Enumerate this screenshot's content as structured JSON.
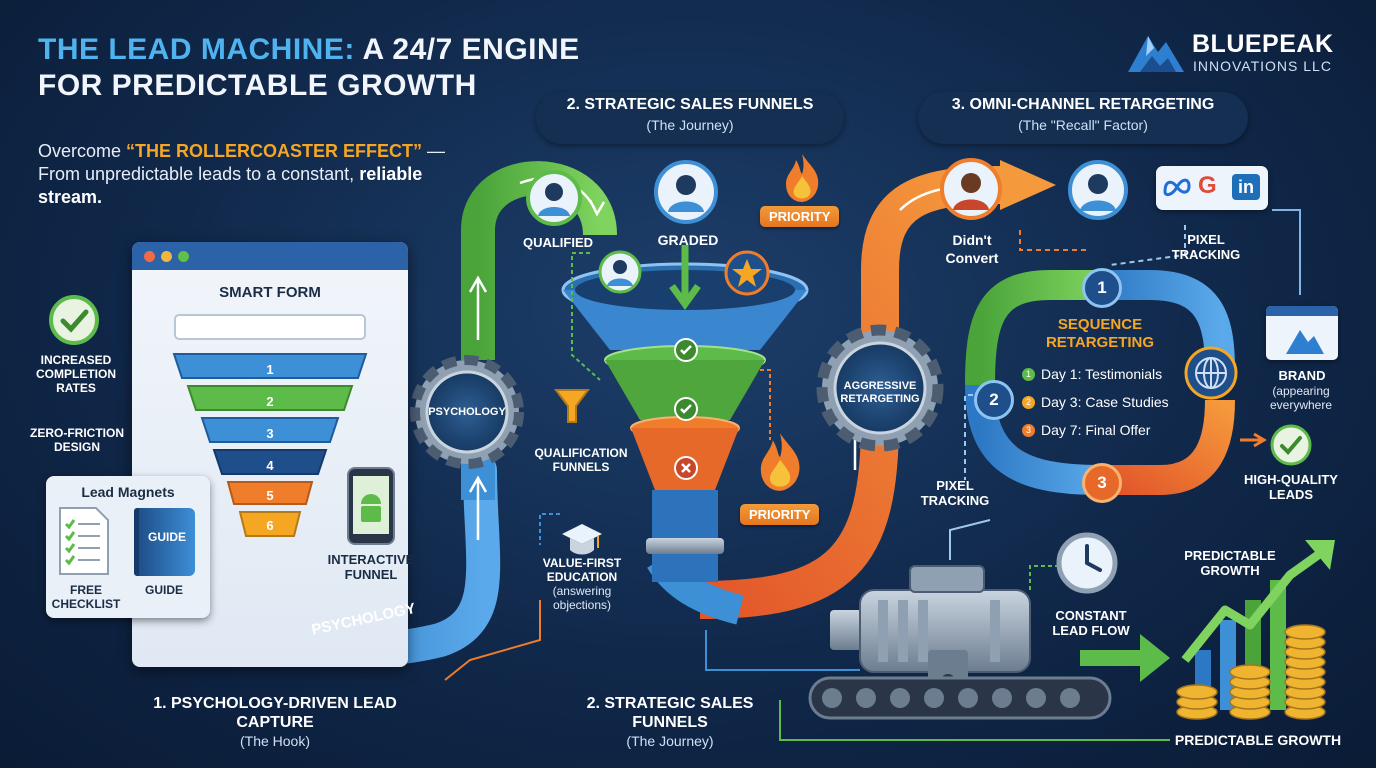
{
  "header": {
    "title_highlight": "THE LEAD MACHINE:",
    "title_rest": " A 24/7 ENGINE",
    "title_line2": "FOR PREDICTABLE GROWTH"
  },
  "intro": {
    "prefix": "Overcome ",
    "highlight": "“THE ROLLERCOASTER EFFECT”",
    "suffix": " — From unpredictable leads to a constant, ",
    "bold": "reliable stream."
  },
  "brand": {
    "name": "BLUEPEAK",
    "sub": "INNOVATIONS LLC"
  },
  "stage2_header": {
    "title": "2. STRATEGIC SALES FUNNELS",
    "sub": "(The Journey)"
  },
  "stage3_header": {
    "title": "3. OMNI-CHANNEL RETARGETING",
    "sub": "(The \"Recall\" Factor)"
  },
  "capture": {
    "form_title": "SMART FORM",
    "steps": [
      "1",
      "2",
      "3",
      "4",
      "5",
      "6"
    ],
    "check_label": "INCREASED COMPLETION RATES",
    "zero_friction": "ZERO-FRICTION DESIGN",
    "lead_magnets_title": "Lead Magnets",
    "guide_cover": "GUIDE",
    "checklist_label": "FREE CHECKLIST",
    "guide_label": "GUIDE",
    "interactive_funnel": "INTERACTIVE FUNNEL",
    "pipe_label": "PSYCHOLOGY",
    "gear_label": "PSYCHOLOGY"
  },
  "funnel": {
    "qualified": "QUALIFIED",
    "graded": "GRADED",
    "priority_top": "PRIORITY",
    "priority_bottom": "PRIORITY",
    "qualification": "QUALIFICATION FUNNELS",
    "value_first": "VALUE-FIRST EDUCATION",
    "value_sub": "(answering objections)",
    "gear_label_1": "AGGRESSIVE",
    "gear_label_2": "RETARGETING"
  },
  "retargeting": {
    "didnt_convert": "Didn't Convert",
    "pixel_tracking_top": "PIXEL TRACKING",
    "pixel_tracking_left": "PIXEL TRACKING",
    "sequence_title": "SEQUENCE RETARGETING",
    "steps": [
      {
        "num": "1",
        "text": "Day 1: Testimonials"
      },
      {
        "num": "2",
        "text": "Day 3: Case Studies"
      },
      {
        "num": "3",
        "text": "Day 7: Final Offer"
      }
    ],
    "loop_nums": [
      "1",
      "2",
      "3"
    ],
    "brand_label": "BRAND",
    "brand_sub": "(appearing everywhere",
    "high_quality": "HIGH-QUALITY LEADS",
    "social_icons": [
      "meta-icon",
      "google-icon",
      "linkedin-icon"
    ],
    "social_letters": [
      "G",
      "in"
    ]
  },
  "output": {
    "constant_flow": "CONSTANT LEAD FLOW",
    "predictable_growth_top": "PREDICTABLE GROWTH",
    "predictable_growth_bottom": "PREDICTABLE GROWTH"
  },
  "footer": {
    "stage1_title": "1. PSYCHOLOGY-DRIVEN LEAD CAPTURE",
    "stage1_sub": "(The Hook)",
    "stage2_title": "2. STRATEGIC SALES FUNNELS",
    "stage2_sub": "(The Journey)"
  },
  "colors": {
    "background": "#10284a",
    "blue": "#3d8fd6",
    "green": "#5dbb4a",
    "orange": "#ef7d2b",
    "highlight": "#f5a623",
    "title_accent": "#4fb3f0"
  }
}
